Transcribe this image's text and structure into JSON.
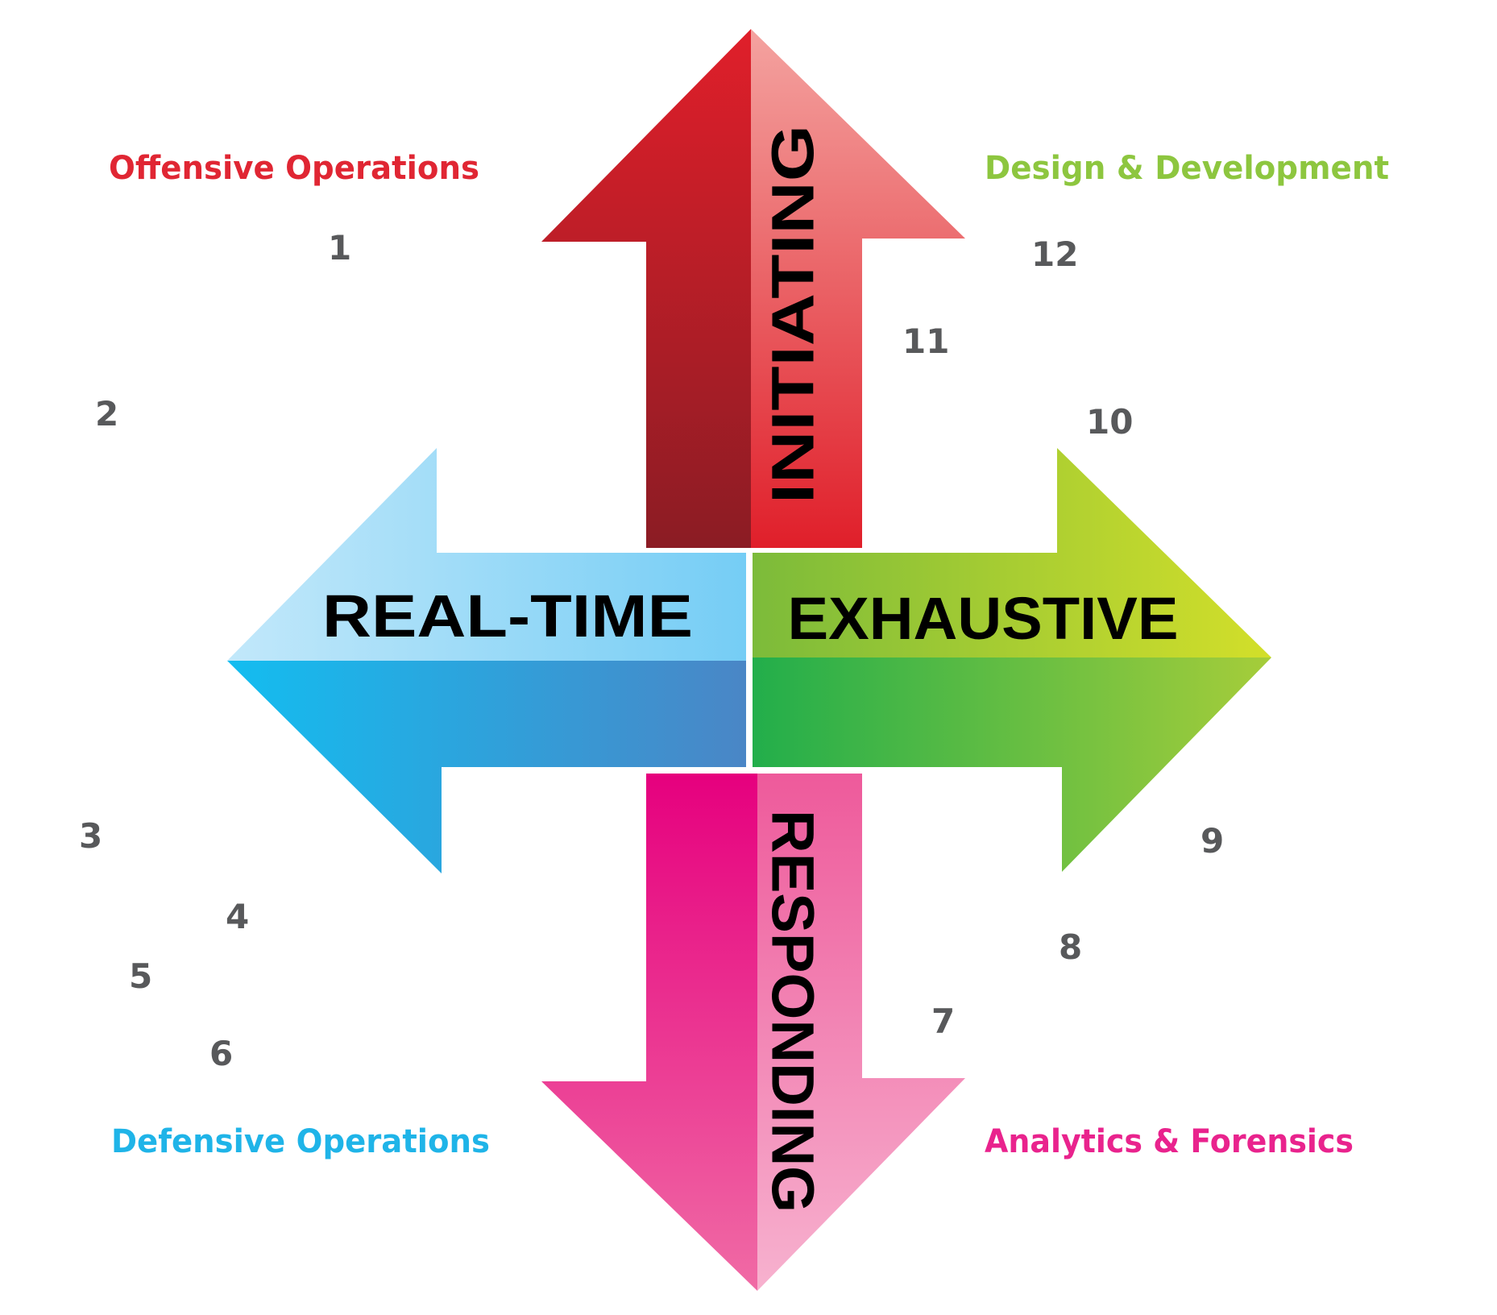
{
  "quadrants": {
    "top_left": {
      "label": "Offensive Operations",
      "color": "#e02633"
    },
    "top_right": {
      "label": "Design & Development",
      "color": "#8dc63f"
    },
    "bottom_left": {
      "label": "Defensive Operations",
      "color": "#1fb4e8"
    },
    "bottom_right": {
      "label": "Analytics & Forensics",
      "color": "#e9238d"
    }
  },
  "arrows": {
    "up": {
      "label": "INITIATING",
      "colors": {
        "dark": "#8b1c24",
        "mid": "#e01f2a",
        "light": "#f4a3a0"
      }
    },
    "down": {
      "label": "RESPONDING",
      "colors": {
        "dark": "#e6007e",
        "mid": "#ee4f97",
        "light": "#f5a8c9"
      }
    },
    "left": {
      "label": "REAL-TIME",
      "colors": {
        "dark": "#13b5ea",
        "mid": "#4a8ec8",
        "light": "#b8e3f8"
      }
    },
    "right": {
      "label": "EXHAUSTIVE",
      "colors": {
        "dark": "#27ae4a",
        "mid": "#8dc63f",
        "light": "#cfdd2b"
      }
    }
  },
  "numbers": [
    "1",
    "2",
    "3",
    "4",
    "5",
    "6",
    "7",
    "8",
    "9",
    "10",
    "11",
    "12"
  ],
  "number_color": "#58595b"
}
